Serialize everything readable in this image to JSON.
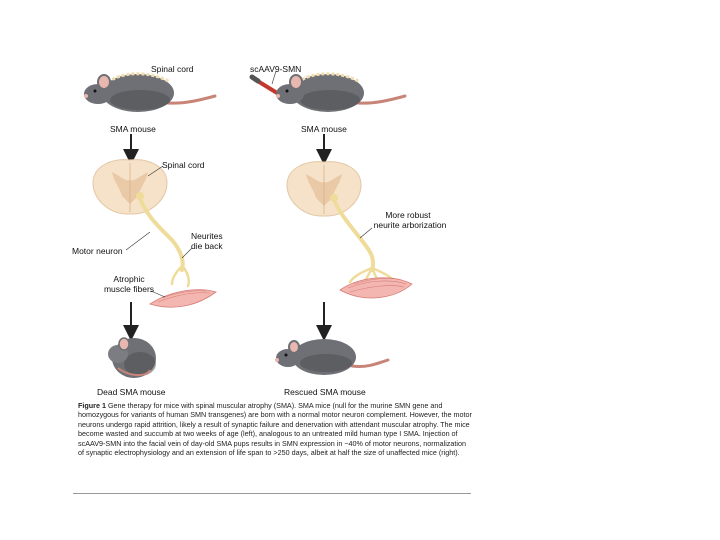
{
  "left_panel": {
    "spinal_cord_top": "Spinal cord",
    "mouse_label": "SMA mouse",
    "spinal_cord_section": "Spinal cord",
    "neurites": [
      "Neurites",
      "die back"
    ],
    "motor_neuron": "Motor neuron",
    "atrophic": [
      "Atrophic",
      "muscle fibers"
    ],
    "outcome": "Dead SMA mouse"
  },
  "right_panel": {
    "vector": "scAAV9-SMN",
    "mouse_label": "SMA mouse",
    "arborization": [
      "More robust",
      "neurite arborization"
    ],
    "outcome": "Rescued SMA mouse"
  },
  "caption": {
    "label": "Figure 1",
    "text": "Gene therapy for mice with spinal muscular atrophy (SMA). SMA mice (null for the murine SMN gene and homozygous for variants of human SMN transgenes) are born with a normal motor neuron complement. However, the motor neurons undergo rapid attrition, likely a result of synaptic failure and denervation with attendant muscular atrophy. The mice become wasted and succumb at two weeks of age (left), analogous to an untreated mild human type I SMA. Injection of scAAV9-SMN into the facial vein of day-old SMA pups results in SMN expression in ~40% of motor neurons, normalization of synaptic electrophysiology and an extension of life span to >250 days, albeit at half the size of unaffected mice (right)."
  },
  "colors": {
    "mouse_body": "#6f7075",
    "mouse_shade": "#4a4b50",
    "mouse_ear": "#e8b7b0",
    "spine_stripe": "#f2ddb0",
    "tail": "#c98478",
    "cord_outer": "#f5e2c8",
    "cord_inner": "#e9c9a6",
    "neuron": "#f0dc9a",
    "muscle": "#f3b6b0",
    "muscle_line": "#d77c76",
    "arrow": "#222222",
    "syringe": "#c23a2e"
  }
}
